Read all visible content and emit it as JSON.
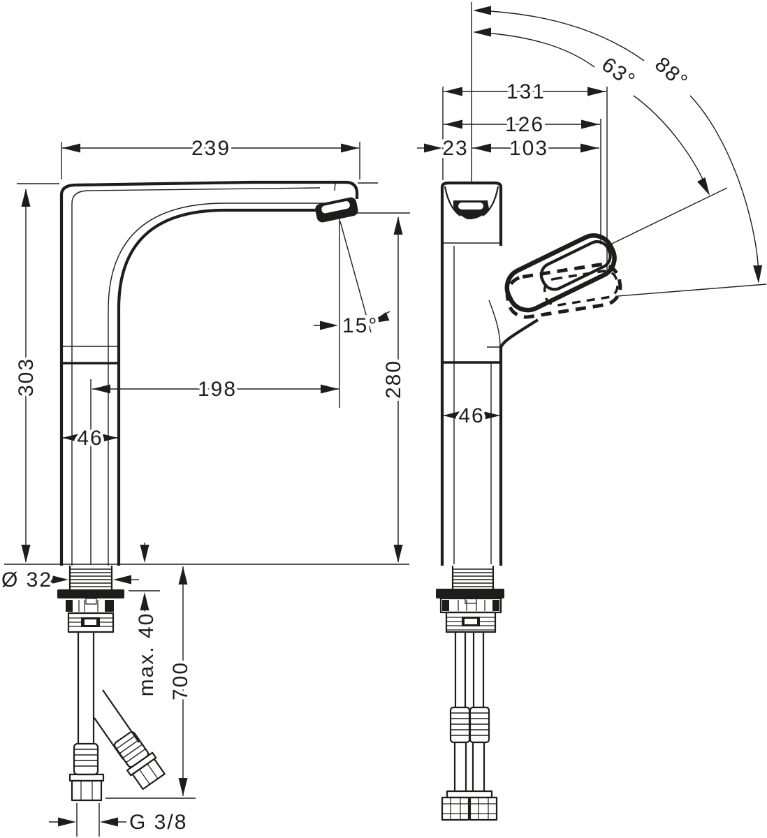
{
  "drawing": {
    "background_color": "#ffffff",
    "line_color": "#1d1d1b",
    "side_view": {
      "dims": {
        "spout_reach": "239",
        "total_height": "303",
        "outlet_reach": "198",
        "body_width": "46",
        "spout_angle": "15°",
        "outlet_height": "280",
        "shank_diameter": "Ø 32",
        "max_mounting_thickness": "max. 40",
        "hose_length": "700",
        "thread_size": "G 3/8"
      }
    },
    "front_view": {
      "dims": {
        "overall_depth": "131",
        "handle_depth": "126",
        "front_offset": "23",
        "handle_reach": "103",
        "body_width": "46",
        "handle_angle_open": "63°",
        "handle_angle_max": "88°"
      }
    }
  }
}
